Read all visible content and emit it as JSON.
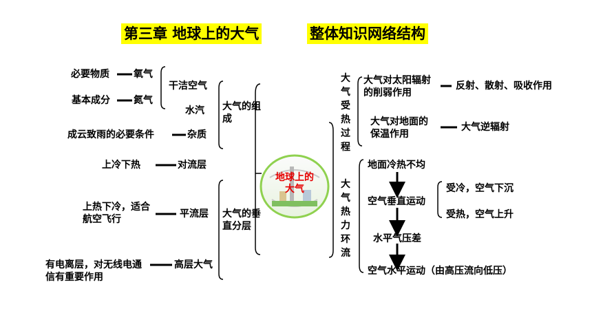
{
  "header": {
    "chapter_title": "第三章  地球上的大气",
    "structure_title": "整体知识网络结构"
  },
  "center": {
    "label": "地球上的大气"
  },
  "composition": {
    "heading": "大气的组成",
    "dry_air": "干洁空气",
    "essential": "必要物质",
    "oxygen": "氧气",
    "basic": "基本成分",
    "nitrogen": "氮气",
    "water_vapor": "水汽",
    "cloud_condition": "成云致雨的必要条件",
    "impurities": "杂质"
  },
  "layers": {
    "heading": "大气的垂直分层",
    "convection_desc": "上冷下热",
    "convection": "对流层",
    "strato_desc": "上热下冷，适合航空飞行",
    "stratosphere": "平流层",
    "upper_desc": "有电离层，对无线电通信有重要作用",
    "upper": "高层大气"
  },
  "heating": {
    "heading": "大气受热过程",
    "weakening": "大气对太阳辐射的削弱作用",
    "weakening_detail": "反射、散射、吸收作用",
    "insulation": "大气对地面的保温作用",
    "insulation_detail": "大气逆辐射"
  },
  "circulation": {
    "heading": "大气热力环流",
    "step1": "地面冷热不均",
    "step2": "空气垂直运动",
    "cold": "受冷，空气下沉",
    "hot": "受热，空气上升",
    "step3": "水平气压差",
    "step4": "空气水平运动（由高压流向低压）"
  },
  "colors": {
    "title_bg": "#ffff00",
    "center_text": "#e60000",
    "center_border": "#8fd14f",
    "arrow": "#000000"
  }
}
